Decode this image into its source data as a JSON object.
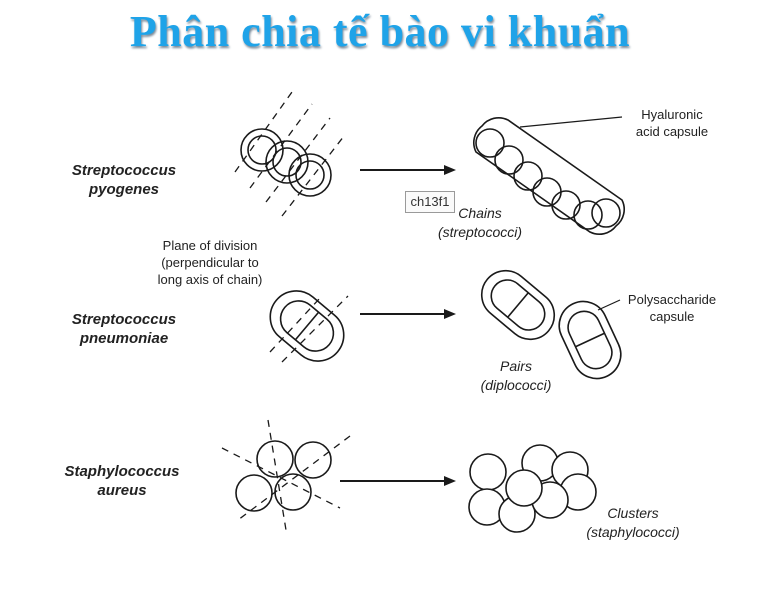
{
  "title": "Phân chia tế bào vi khuẩn",
  "tag": "ch13f1",
  "rows": [
    {
      "species_line1": "Streptococcus",
      "species_line2": "pyogenes",
      "result_line1": "Chains",
      "result_line2": "(streptococci)",
      "capsule_line1": "Hyaluronic",
      "capsule_line2": "acid capsule"
    },
    {
      "species_line1": "Streptococcus",
      "species_line2": "pneumoniae",
      "result_line1": "Pairs",
      "result_line2": "(diplococci)",
      "capsule_line1": "Polysaccharide",
      "capsule_line2": "capsule"
    },
    {
      "species_line1": "Staphylococcus",
      "species_line2": "aureus",
      "result_line1": "Clusters",
      "result_line2": "(staphylococci)"
    }
  ],
  "plane_note": {
    "line1": "Plane of division",
    "line2": "(perpendicular to",
    "line3": "long axis of chain)"
  }
}
